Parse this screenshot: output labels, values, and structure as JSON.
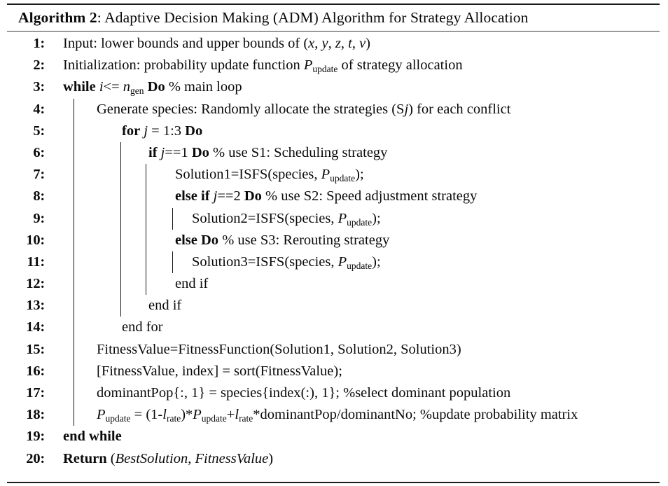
{
  "document": {
    "type": "algorithm-pseudocode-block",
    "header": {
      "label": "Algorithm 2",
      "separator": ": ",
      "title": "Adaptive Decision Making (ADM) Algorithm for Strategy Allocation",
      "full_text": "Algorithm 2: Adaptive Decision Making (ADM) Algorithm for Strategy Allocation"
    },
    "lines": [
      {
        "no": "1:",
        "indent": 0,
        "text": "Input: lower bounds and upper bounds of (x, y, z, t, v)"
      },
      {
        "no": "2:",
        "indent": 0,
        "text": "Initialization: probability update function Pupdate of strategy allocation"
      },
      {
        "no": "3:",
        "indent": 0,
        "text": "while i<= ngen Do % main loop"
      },
      {
        "no": "4:",
        "indent": 1,
        "text": "Generate species: Randomly allocate the strategies (Sj) for each conflict"
      },
      {
        "no": "5:",
        "indent": 2,
        "text": "for j = 1:3 Do"
      },
      {
        "no": "6:",
        "indent": 3,
        "text": "if j==1 Do % use S1: Scheduling strategy"
      },
      {
        "no": "7:",
        "indent": 4,
        "text": "Solution1=ISFS(species, Pupdate);"
      },
      {
        "no": "8:",
        "indent": 3,
        "text": "else if j==2 Do % use S2: Speed adjustment strategy"
      },
      {
        "no": "9:",
        "indent": 4,
        "text": "Solution2=ISFS(species, Pupdate);"
      },
      {
        "no": "10:",
        "indent": 3,
        "text": "else Do % use S3: Rerouting strategy"
      },
      {
        "no": "11:",
        "indent": 4,
        "text": "Solution3=ISFS(species, Pupdate);"
      },
      {
        "no": "12:",
        "indent": 3,
        "text": "end if"
      },
      {
        "no": "13:",
        "indent": 2,
        "text": "end if"
      },
      {
        "no": "14:",
        "indent": 1,
        "text": "end for"
      },
      {
        "no": "15:",
        "indent": 1,
        "text": "FitnessValue=FitnessFunction(Solution1, Solution2, Solution3)"
      },
      {
        "no": "16:",
        "indent": 1,
        "text": "[FitnessValue, index] = sort(FitnessValue);"
      },
      {
        "no": "17:",
        "indent": 1,
        "text": "dominantPop{:, 1} = species{index(:), 1}; %select dominant population"
      },
      {
        "no": "18:",
        "indent": 1,
        "text": "Pupdate = (1-lrate)*Pupdate+lrate*dominantPop/dominantNo; %update probability matrix"
      },
      {
        "no": "19:",
        "indent": 0,
        "text": "end while"
      },
      {
        "no": "20:",
        "indent": 0,
        "text": "Return (BestSolution, FitnessValue)"
      }
    ],
    "symbols": {
      "p_update": "P",
      "p_update_sub": "update",
      "n_gen": "n",
      "n_gen_sub": "gen",
      "l_rate": "l",
      "l_rate_sub": "rate"
    },
    "keywords": {
      "while": "while",
      "do": "Do",
      "for": "for",
      "if": "if",
      "else_if": "else if",
      "else": "else",
      "end_if": "end if",
      "end_for": "end for",
      "end_while": "end while",
      "return": "Return"
    },
    "colors": {
      "text": "#0a0a0a",
      "rule": "#1b1b1b",
      "rule_thin": "#3a3a3a",
      "guide": "#171717",
      "background": "#ffffff"
    }
  }
}
